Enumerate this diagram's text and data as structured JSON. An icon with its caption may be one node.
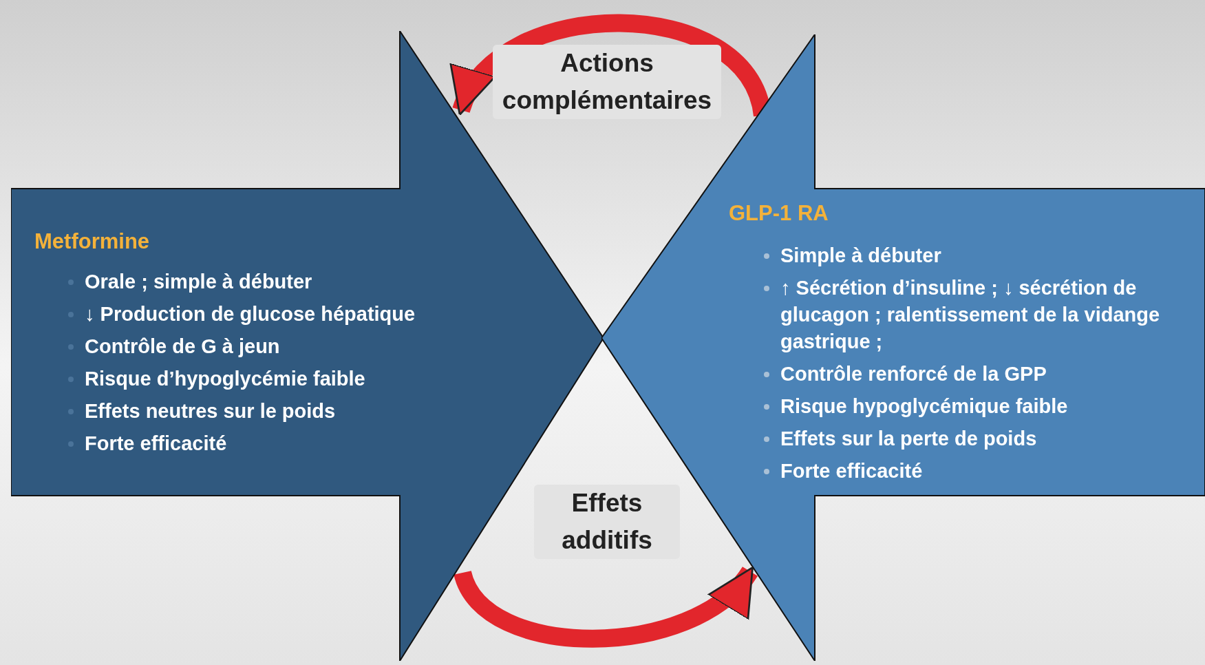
{
  "diagram": {
    "nodes": [
      {
        "text": [
          "Metformine",
          "Orale ; simple à débuter",
          "↓ Production de glucose hépatique",
          "Contrôle de G à jeun",
          "Risque d’hypoglycémie faible",
          "Effets neutres sur le poids",
          "Forte efficacité"
        ]
      },
      {
        "text": [
          "GLP-1 RA",
          "Simple à débuter",
          "↑ Sécrétion d’insuline ; ↓ sécrétion de glucagon ; ralentissement de la vidange gastrique ;",
          "Contrôle renforcé de la GPP",
          "Risque hypoglycémique faible",
          "Effets sur la perte de poids",
          "Forte efficacité"
        ]
      }
    ],
    "edges": [
      {
        "from": 1,
        "to": 0,
        "arrow": "to",
        "label": "Actions complémentaires"
      },
      {
        "from": 0,
        "to": 1,
        "arrow": "to",
        "label": "Effets additifs"
      }
    ]
  }
}
